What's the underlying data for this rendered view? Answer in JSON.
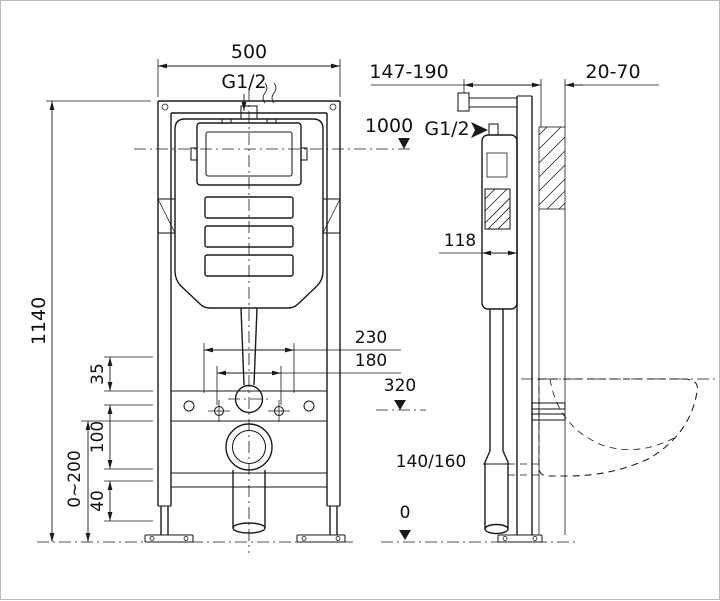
{
  "colors": {
    "ink": "#1a1a1a",
    "background": "#ffffff"
  },
  "front_view": {
    "width": "500",
    "water_inlet": "G1/2",
    "supply_height": "1000",
    "height": "1140",
    "fixing_span_outer": "230",
    "fixing_span_inner": "180",
    "outlet_level": "320",
    "rail_offset": "35",
    "outlet_spacing": "100",
    "foot_adjust_range": "0~200",
    "base_offset": "40"
  },
  "side_view": {
    "frame_depth_range": "147-190",
    "wall_thickness_range": "20-70",
    "water_inlet": "G1/2",
    "cistern_depth": "118",
    "outlet_height_options": "140/160",
    "floor_level": "0"
  }
}
